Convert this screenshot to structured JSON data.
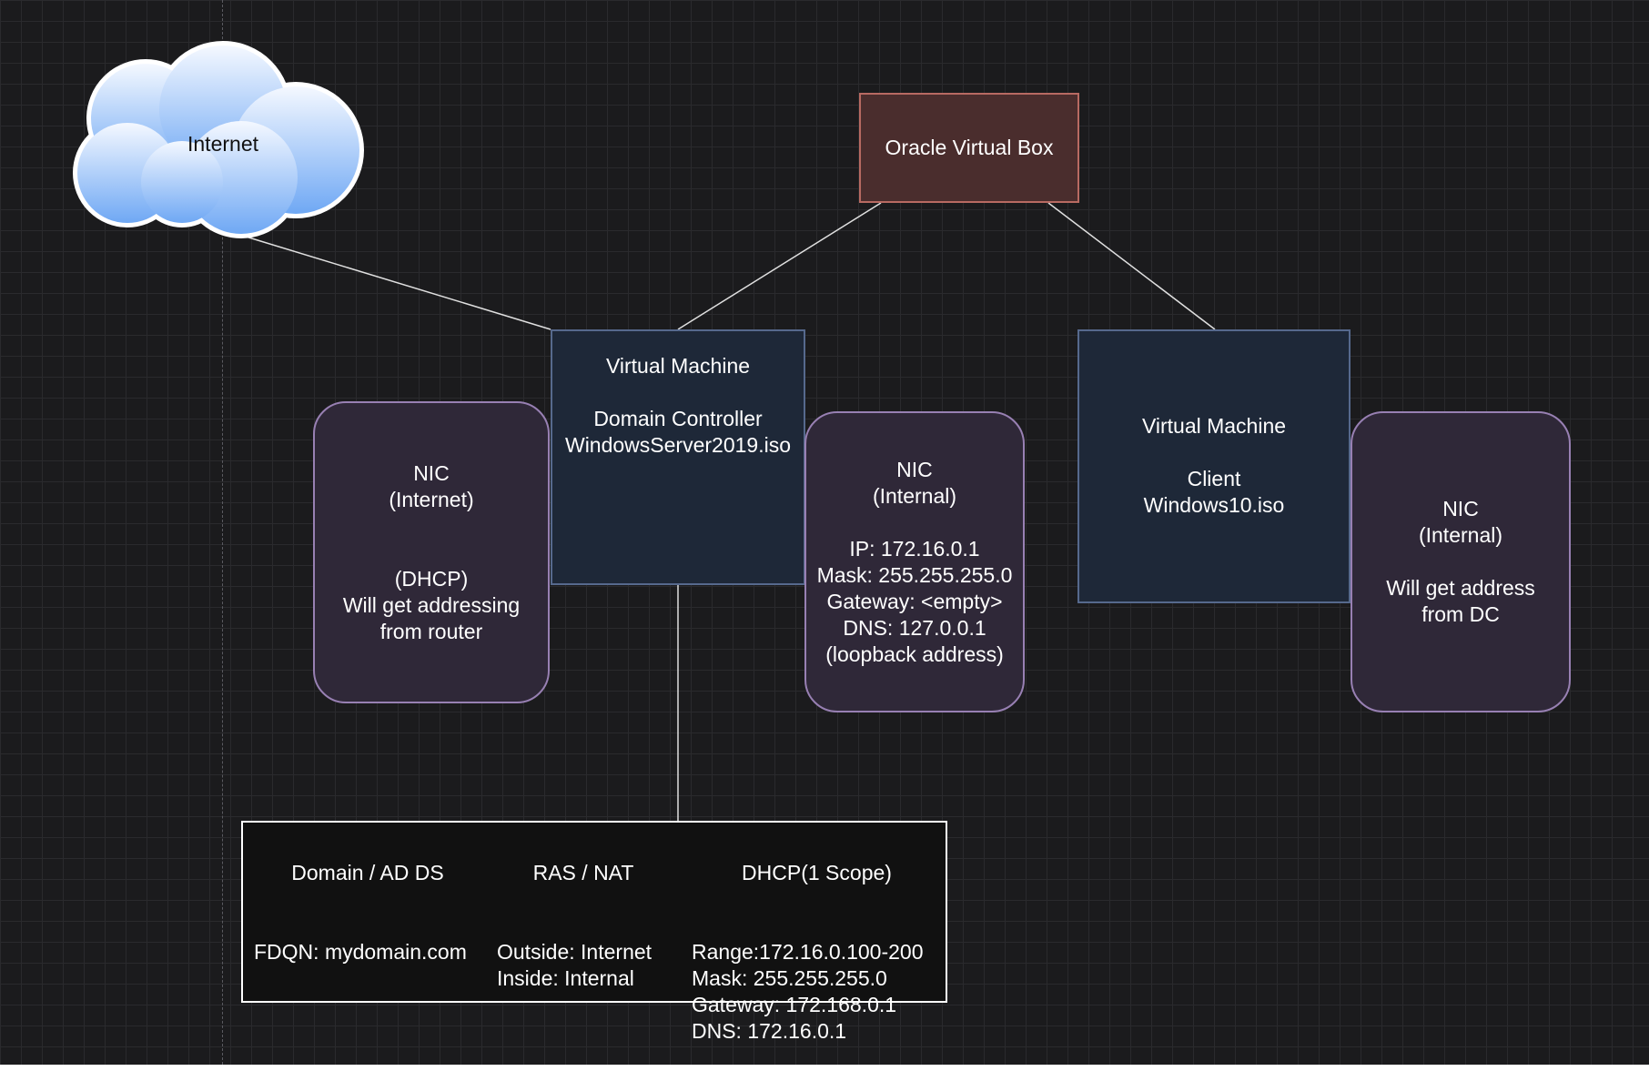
{
  "internet": {
    "label": "Internet"
  },
  "oracle": {
    "label": "Oracle Virtual Box"
  },
  "vm_dc": {
    "label": "Virtual Machine\n\nDomain Controller\nWindowsServer2019.iso"
  },
  "vm_client": {
    "label": "Virtual Machine\n\nClient\nWindows10.iso"
  },
  "nic_internet": {
    "label": "NIC\n(Internet)\n\n\n(DHCP)\nWill get addressing\nfrom router"
  },
  "nic_dc": {
    "label": "NIC\n(Internal)\n\nIP: 172.16.0.1\nMask: 255.255.255.0\nGateway: <empty>\nDNS: 127.0.0.1\n(loopback address)"
  },
  "nic_client": {
    "label": "NIC\n(Internal)\n\nWill get address\nfrom DC"
  },
  "services": {
    "domain": {
      "heading": "Domain / AD DS",
      "body": "FDQN: mydomain.com"
    },
    "ras": {
      "heading": "RAS / NAT",
      "body": "Outside: Internet\nInside: Internal"
    },
    "dhcp": {
      "heading": "DHCP(1 Scope)",
      "body": "Range:172.16.0.100-200\nMask: 255.255.255.0\nGateway: 172.168.0.1\nDNS: 172.16.0.1"
    }
  },
  "colors": {
    "background": "#1b1b1d",
    "vm_fill": "#1e2838",
    "vm_stroke": "#56698d",
    "nic_fill": "#2f2838",
    "nic_stroke": "#9880b3",
    "oracle_fill": "#4a2d2d",
    "oracle_stroke": "#b86a62",
    "connector": "#e0e0e0"
  }
}
